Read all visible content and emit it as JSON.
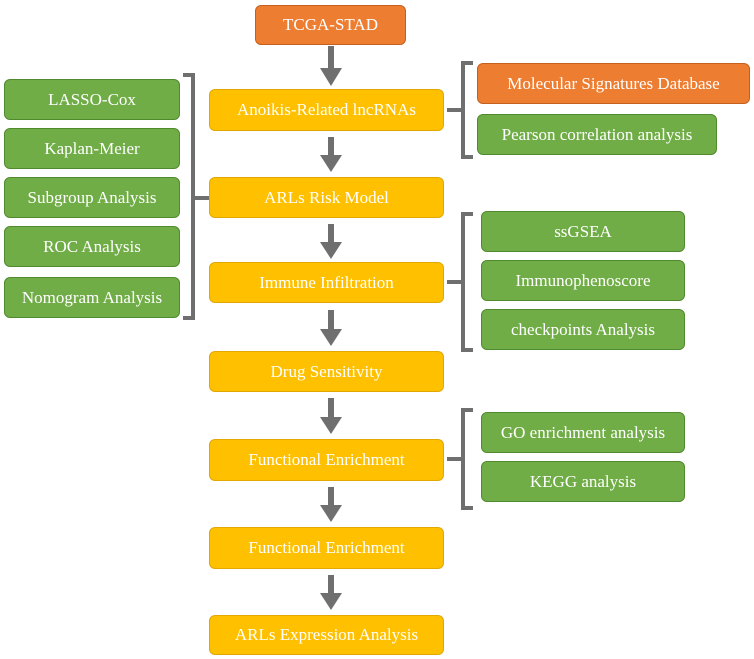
{
  "colors": {
    "orange": "#ed7d31",
    "yellow": "#ffc000",
    "green": "#70ad47",
    "connector": "#6f6f6f"
  },
  "nodes": {
    "source": "TCGA-STAD",
    "main": [
      "Anoikis-Related lncRNAs",
      "ARLs Risk Model",
      "Immune Infiltration",
      "Drug Sensitivity",
      "Functional Enrichment",
      "Functional Enrichment",
      "ARLs Expression Analysis"
    ],
    "left_methods": [
      "LASSO-Cox",
      "Kaplan-Meier",
      "Subgroup Analysis",
      "ROC Analysis",
      "Nomogram Analysis"
    ],
    "lncrna_sources": [
      "Molecular Signatures Database",
      "Pearson correlation analysis"
    ],
    "immune_methods": [
      "ssGSEA",
      "Immunophenoscore",
      "checkpoints Analysis"
    ],
    "enrichment_methods": [
      "GO enrichment analysis",
      "KEGG analysis"
    ]
  },
  "edges": [
    [
      "TCGA-STAD",
      "Anoikis-Related lncRNAs"
    ],
    [
      "Anoikis-Related lncRNAs",
      "ARLs Risk Model"
    ],
    [
      "ARLs Risk Model",
      "Immune Infiltration"
    ],
    [
      "Immune Infiltration",
      "Drug Sensitivity"
    ],
    [
      "Drug Sensitivity",
      "Functional Enrichment"
    ],
    [
      "Functional Enrichment",
      "Functional Enrichment"
    ],
    [
      "Functional Enrichment",
      "ARLs Expression Analysis"
    ]
  ]
}
